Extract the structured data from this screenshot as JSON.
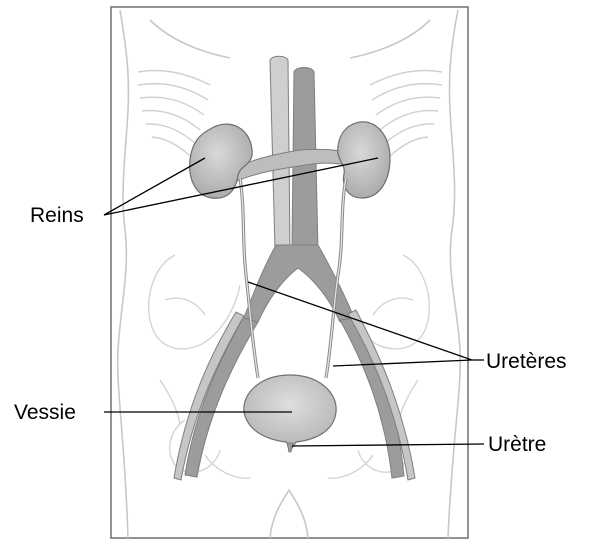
{
  "labels": {
    "kidneys": "Reins",
    "ureters": "Uretères",
    "bladder": "Vessie",
    "urethra": "Urètre"
  },
  "colors": {
    "organ_fill": "#c4c4c4",
    "vessel_fill": "#9e9e9e",
    "body_outline": "#c8c8c8",
    "leader_line": "#000000"
  }
}
